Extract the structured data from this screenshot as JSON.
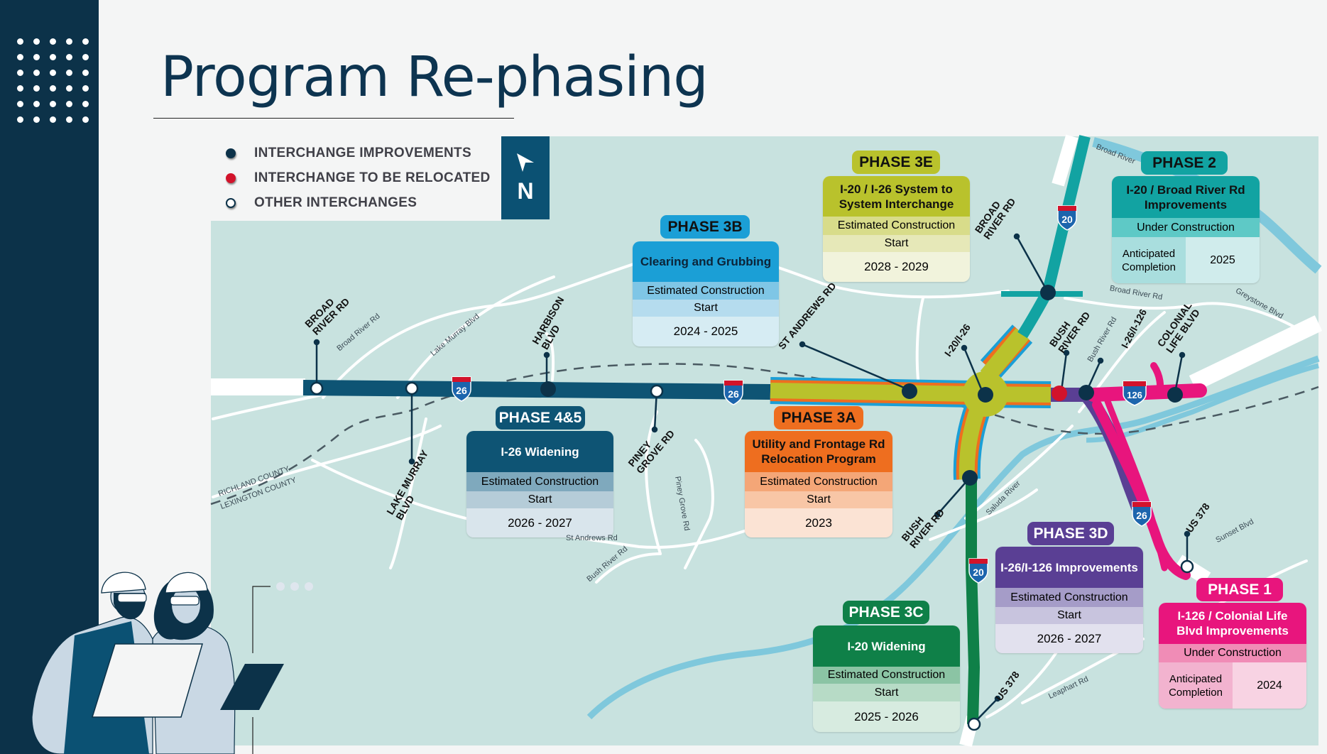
{
  "title": "Program Re-phasing",
  "legend": [
    {
      "label": "INTERCHANGE IMPROVEMENTS",
      "color": "#0c3249",
      "icon": "filled-dark-circle"
    },
    {
      "label": "INTERCHANGE TO BE RELOCATED",
      "color": "#d2132b",
      "icon": "filled-red-circle"
    },
    {
      "label": "OTHER INTERCHANGES",
      "color": "#ffffff",
      "icon": "hollow-white-circle"
    }
  ],
  "north_arrow": {
    "label": "N",
    "icon": "north-arrow-icon"
  },
  "phases": [
    {
      "id": "3b",
      "badge": "PHASE 3B",
      "title": "Clearing and Grubbing",
      "status": "Estimated Construction",
      "sub": "Start",
      "value": "2024 - 2025",
      "color": "#1b9fd6"
    },
    {
      "id": "3e",
      "badge": "PHASE 3E",
      "title": "I-20 / I-26 System to System Interchange",
      "status": "Estimated Construction",
      "sub": "Start",
      "value": "2028 - 2029",
      "color": "#b9c22c"
    },
    {
      "id": "2",
      "badge": "PHASE 2",
      "title": "I-20 / Broad River Rd Improvements",
      "status": "Under Construction",
      "sub": "Anticipated Completion",
      "value": "2025",
      "color": "#12a3a2"
    },
    {
      "id": "45",
      "badge": "PHASE 4&5",
      "title": "I-26 Widening",
      "status": "Estimated Construction",
      "sub": "Start",
      "value": "2026 - 2027",
      "color": "#0e5474"
    },
    {
      "id": "3a",
      "badge": "PHASE 3A",
      "title": "Utility and Frontage Rd Relocation Program",
      "status": "Estimated Construction",
      "sub": "Start",
      "value": "2023",
      "color": "#ee6e1f"
    },
    {
      "id": "3d",
      "badge": "PHASE 3D",
      "title": "I-26/I-126 Improvements",
      "status": "Estimated Construction",
      "sub": "Start",
      "value": "2026 - 2027",
      "color": "#5a3f94"
    },
    {
      "id": "3c",
      "badge": "PHASE 3C",
      "title": "I-20 Widening",
      "status": "Estimated Construction",
      "sub": "Start",
      "value": "2025 - 2026",
      "color": "#0f8048"
    },
    {
      "id": "1",
      "badge": "PHASE 1",
      "title": "I-126 / Colonial Life Blvd Improvements",
      "status": "Under Construction",
      "sub": "Anticipated Completion",
      "value": "2024",
      "color": "#e8157d"
    }
  ],
  "interchange_labels": {
    "broad_river_w": "BROAD\nRIVER RD",
    "lake_murray": "LAKE MURRAY\nBLVD",
    "harbison": "HARBISON\nBLVD",
    "piney_grove": "PINEY\nGROVE RD",
    "st_andrews": "ST ANDREWS RD",
    "i20_i26": "I-20/I-26",
    "broad_river_e": "BROAD\nRIVER RD",
    "bush_river_n": "BUSH\nRIVER RD",
    "i26_i126": "I-26/I-126",
    "colonial_life": "COLONIAL\nLIFE BLVD",
    "bush_river_s": "BUSH\nRIVER RD",
    "us378_s": "US 378",
    "us378_e": "US 378"
  },
  "road_labels": {
    "broad_river_rd_w": "Broad River Rd",
    "lake_murray_blvd": "Lake Murray Blvd",
    "broad_river_rd_e": "Broad River Rd",
    "greystone_blvd": "Greystone Blvd",
    "bush_river_rd": "Bush River Rd",
    "broad_river": "Broad River",
    "st_andrews_rd": "St Andrews Rd",
    "bush_river_rd_s": "Bush River Rd",
    "piney_grove_rd": "Piney Grove Rd",
    "saluda_river": "Saluda River",
    "sunset_blvd": "Sunset Blvd",
    "leaphart_rd": "Leaphart Rd",
    "richland_county": "RICHLAND COUNTY",
    "lexington_county": "LEXINGTON COUNTY"
  },
  "shields": {
    "i26": "26",
    "i20": "20",
    "i126": "126"
  }
}
